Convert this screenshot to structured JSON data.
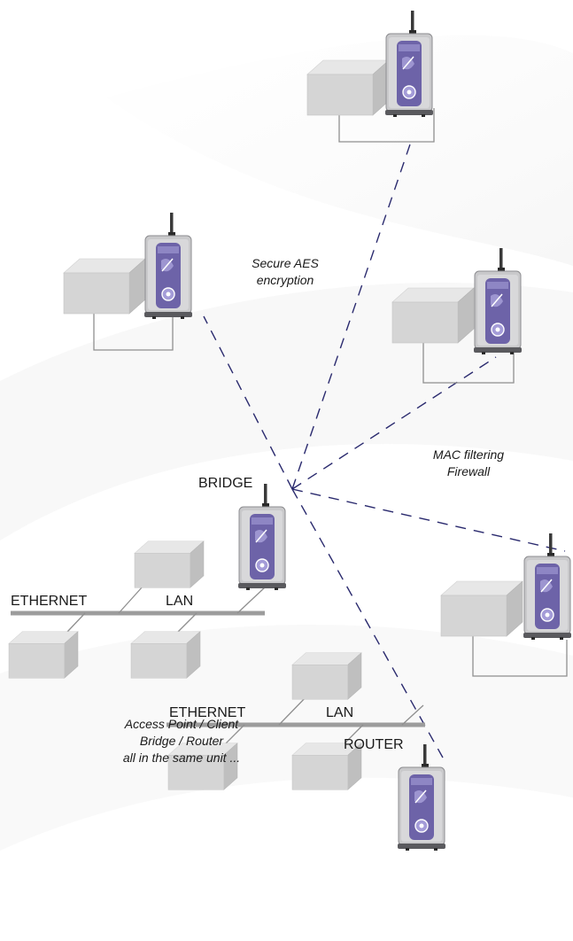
{
  "labels": {
    "secure_aes_line1": "Secure AES",
    "secure_aes_line2": "encryption",
    "mac_line1": "MAC filtering",
    "mac_line2": "Firewall",
    "bridge": "BRIDGE",
    "router": "ROUTER",
    "ethernet_top": "ETHERNET",
    "lan_top": "LAN",
    "ethernet_bottom": "ETHERNET",
    "lan_bottom": "LAN",
    "modes_line1": "Access Point / Client",
    "modes_line2": "Bridge / Router",
    "modes_line3": "all in the same unit ..."
  },
  "colors": {
    "link_dash": "#2a2a6e",
    "lan_bus": "#9c9c9c",
    "box_front": "#d4d4d4",
    "box_top": "#e6e6e6",
    "box_side": "#bdbdbd",
    "device_body": "#c6c6c8",
    "device_panel": "#6b62a6",
    "cable": "#8f8f8f"
  },
  "icons": {
    "radio_unit": "wireless-access-point-icon",
    "computer": "computer-box-icon"
  }
}
